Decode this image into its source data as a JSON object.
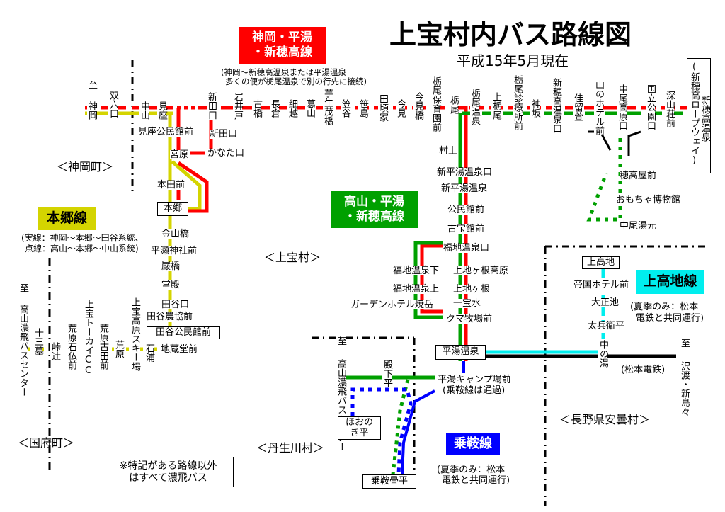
{
  "title": "上宝村内バス路線図",
  "date": "平成15年5月現在",
  "colors": {
    "kamioka_line": "#ff0000",
    "takayama_line": "#00a000",
    "hongo_line": "#d4d400",
    "kamikochi_line": "#00f0f0",
    "norikura_line": "#0000ff",
    "matsumoto_rail": "#000000"
  },
  "lines": {
    "kamioka": {
      "label1": "神岡・平湯",
      "label2": "・新穂高線",
      "note1": "(神岡～新穂高温泉または平湯温泉",
      "note2": "多くの便が栃尾温泉で別の行先に接続)"
    },
    "takayama": {
      "label1": "高山・平湯",
      "label2": "・新穂高線"
    },
    "hongo": {
      "label": "本郷線",
      "note1": "(実線：神岡～本郷～田谷系統、",
      "note2": "点線：高山～本郷～中山系統)"
    },
    "kamikochi": {
      "label": "上高地線",
      "note1": "(夏季のみ：松本",
      "note2": "電鉄と共同運行)"
    },
    "norikura": {
      "label": "乗鞍線",
      "note1": "(夏季のみ：松本",
      "note2": "電鉄と共同運行)"
    }
  },
  "regions": {
    "kamioka": "＜神岡町＞",
    "kamitakara": "＜上宝村＞",
    "kokufu": "＜国府町＞",
    "nyukawa": "＜丹生川村＞",
    "azumi": "＜長野県安曇村＞"
  },
  "top_stations": [
    "至",
    "神岡",
    "双六口",
    "中山",
    "見座",
    "新田口",
    "岩井戸",
    "古橋",
    "長倉",
    "細越",
    "葛山",
    "芋生茂橋",
    "笠谷",
    "笹島",
    "田頃家",
    "今見",
    "今見橋",
    "栃尾保育園前",
    "栃尾",
    "栃尾温泉",
    "上栃尾",
    "栃尾診療所前",
    "神坂",
    "新穂高温泉口",
    "佳留萱",
    "山のホテル前",
    "中尾高原口",
    "国立公園口",
    "深山荘前"
  ],
  "ropeway": {
    "name1": "新穂高温泉",
    "name2": "(新穂高ロープウェイ)"
  },
  "branch_stations": {
    "mizakominkan": "見座公民館前",
    "niidaguchi": "新田口",
    "kanataguchi": "かなた口",
    "miyahara": "宮原",
    "hondamae": "本田前",
    "hongo": "本郷"
  },
  "hongo_stations": [
    "金山橋",
    "平瀬神社前",
    "巌橋",
    "堂殿",
    "田谷口",
    "田谷農協前",
    "田谷公民館前",
    "地蔵堂前",
    "石浦"
  ],
  "west_stations": [
    "至",
    "高山濃飛バスセンター",
    "十三墓",
    "峠辻",
    "荒原石仏前",
    "上宝トーカイCC",
    "荒原古田前",
    "荒原",
    "上宝高原スキー場"
  ],
  "nakao_stations": [
    "穂高屋前",
    "おもちゃ博物館",
    "中尾湯元"
  ],
  "south_stations": [
    "村上",
    "新平湯温泉口",
    "新平湯温泉",
    "公民館前",
    "古宝館前",
    "福地温泉口",
    "上地ヶ根高原",
    "上地ヶ根",
    "一宝水",
    "クマ牧場前",
    "福地温泉下",
    "福地温泉上",
    "ガーデンホテル焼岳"
  ],
  "hirayu": {
    "name": "平湯温泉",
    "camp": "平湯キャンプ場前",
    "camp_note": "(乗鞍線は通過)"
  },
  "southwest": {
    "to": "至",
    "center": "高山濃飛バスセンター",
    "tonoshita": "殿下平",
    "honoki": "ほおのき平",
    "tatamidaira": "乗鞍畳平"
  },
  "kamikochi_stations": [
    "上高地",
    "帝国ホテル前",
    "大正池",
    "太兵衛平",
    "中の湯"
  ],
  "east": {
    "to": "至",
    "dest": "沢渡・新島々",
    "rail": "(松本電鉄)"
  },
  "footnote1": "※特記がある路線以外",
  "footnote2": "はすべて濃飛バス"
}
